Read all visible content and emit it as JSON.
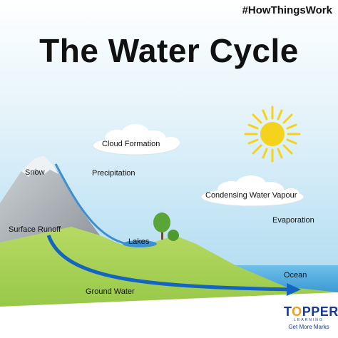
{
  "hashtag": "#HowThingsWork",
  "title": "The Water Cycle",
  "labels": {
    "cloud_formation": "Cloud Formation",
    "snow": "Snow",
    "precipitation": "Precipitation",
    "condensing_water_vapour": "Condensing Water Vapour",
    "evaporation": "Evaporation",
    "surface_runoff": "Surface Runoff",
    "lakes": "Lakes",
    "ocean": "Ocean",
    "ground_water": "Ground Water"
  },
  "brand": {
    "name_part1": "T",
    "name_highlight": "O",
    "name_part2": "PPER",
    "sub": "LEARNING",
    "tagline": "Get More Marks"
  },
  "colors": {
    "sky_top": "#ffffff",
    "sky_bottom": "#9fd4ee",
    "mountain": "#aeb3b8",
    "snow": "#e8edf0",
    "hill_green": "#a6cf52",
    "ocean": "#3f9fd8",
    "arrow": "#1565c0",
    "sun": "#f5d21c",
    "brand_blue": "#1a3a8f",
    "brand_orange": "#f29a1d"
  },
  "icons": [
    "sun-icon",
    "cloud-icon",
    "tree-icon"
  ]
}
